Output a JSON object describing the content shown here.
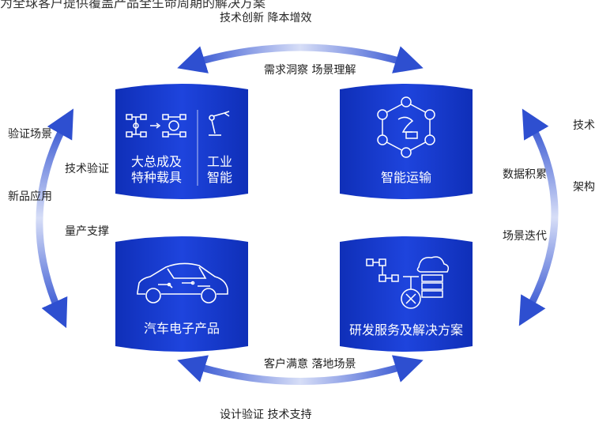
{
  "colors": {
    "primary": "#1536c9",
    "arrow": "#2e4fd0"
  },
  "top_cut_text": "为全球客户提供覆盖产品全生命周期的解决方案",
  "labels": {
    "top_outer": "技术创新 降本增效",
    "top_inner": "需求洞察 场景理解",
    "bottom_inner": "客户满意 落地场景",
    "bottom_outer": "设计验证 技术支持",
    "left_scene": "验证场景",
    "left_tech": "技术验证",
    "left_new": "新品应用",
    "left_mass": "量产支撑",
    "right_data": "数据积累",
    "right_iter": "场景迭代",
    "right_cut_1": "技术",
    "right_cut_2": "架构"
  },
  "blocks": {
    "tl_left": "大总成及\n特种载具",
    "tl_right": "工业\n智能",
    "tr": "智能运输",
    "bl": "汽车电子产品",
    "br": "研发服务及解决方案"
  },
  "icons": {
    "tl_left": "chassis-icon",
    "tl_right": "robot-arm-icon",
    "tr": "network-hub-icon",
    "bl": "car-circuit-icon",
    "br": "cloud-server-icon"
  }
}
